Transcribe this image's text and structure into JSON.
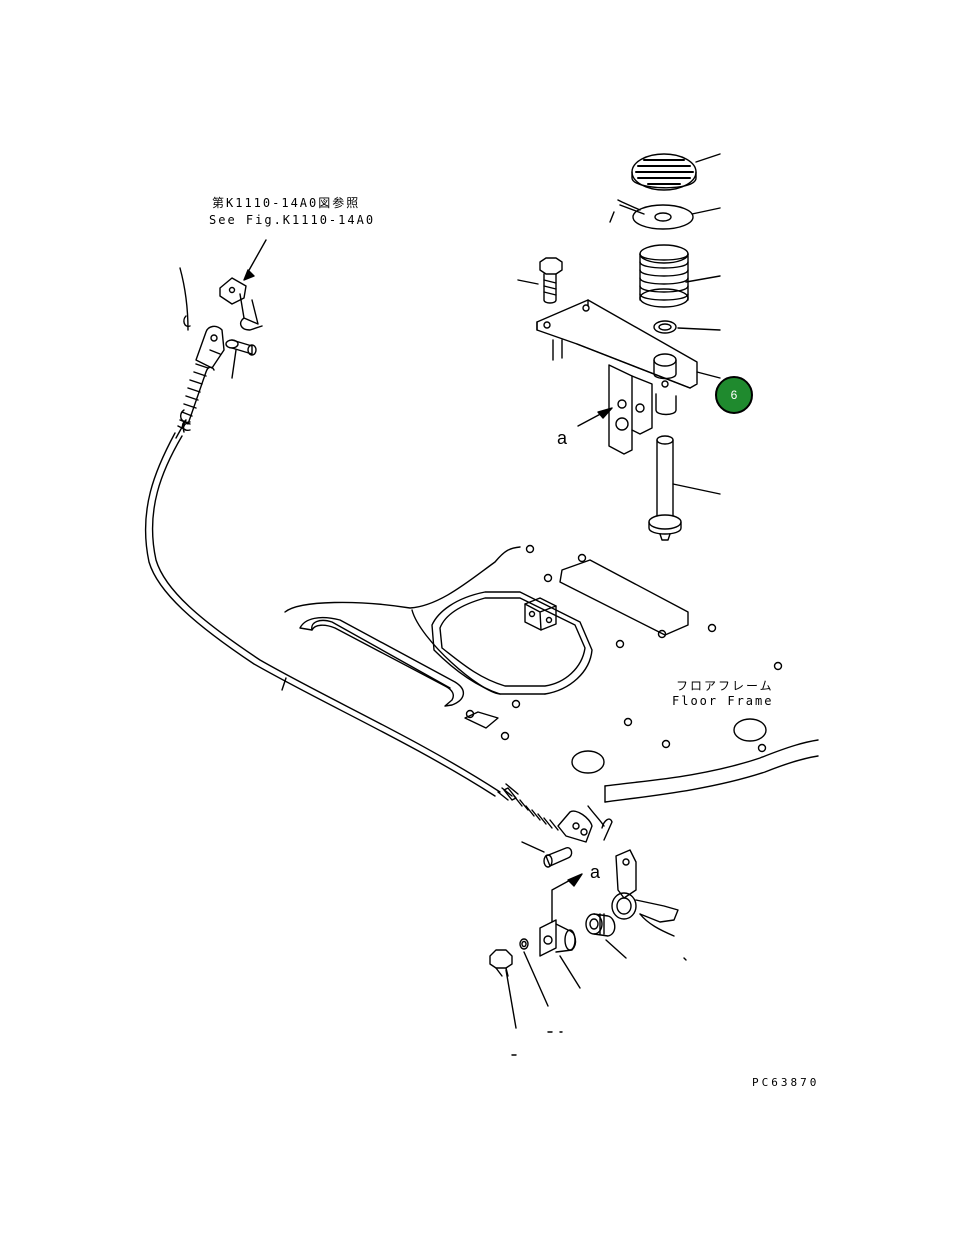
{
  "reference_note": {
    "japanese": "第K1110-14A0図参照",
    "english": "See Fig.K1110-14A0"
  },
  "floor_frame_label": {
    "japanese": "フロアフレーム",
    "english": "Floor Frame"
  },
  "view_markers": [
    "a",
    "a"
  ],
  "callout_badge": {
    "number": "6",
    "color": "#1f8a2e"
  },
  "drawing_number": "PC63870"
}
